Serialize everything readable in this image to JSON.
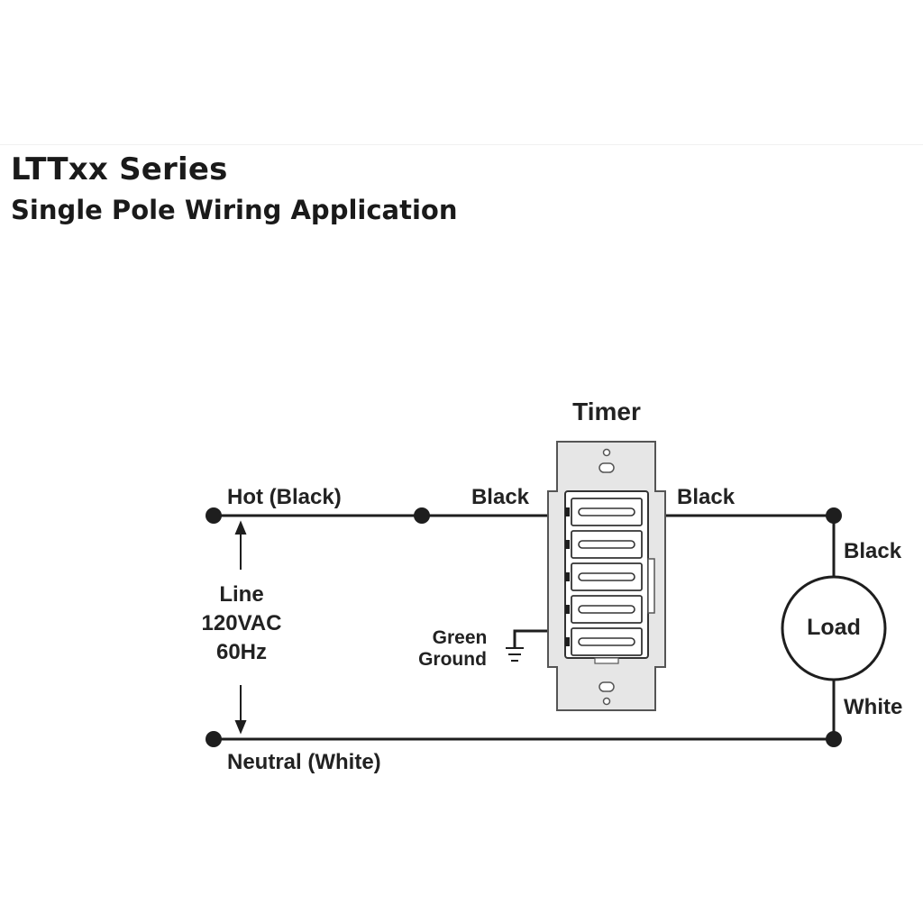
{
  "header": {
    "title": "LTTxx Series",
    "subtitle": "Single Pole Wiring Application"
  },
  "diagram": {
    "device_label": "Timer",
    "hot_label": "Hot (Black)",
    "neutral_label": "Neutral (White)",
    "line_label": "Line",
    "voltage_label": "120VAC",
    "frequency_label": "60Hz",
    "black_in_label": "Black",
    "black_out_label": "Black",
    "load_black_label": "Black",
    "load_white_label": "White",
    "load_label": "Load",
    "ground_color_label": "Green",
    "ground_label": "Ground"
  },
  "colors": {
    "wire": "#1e1e1e",
    "device_fill": "#e6e6e6",
    "device_stroke": "#555555",
    "text": "#222222"
  }
}
